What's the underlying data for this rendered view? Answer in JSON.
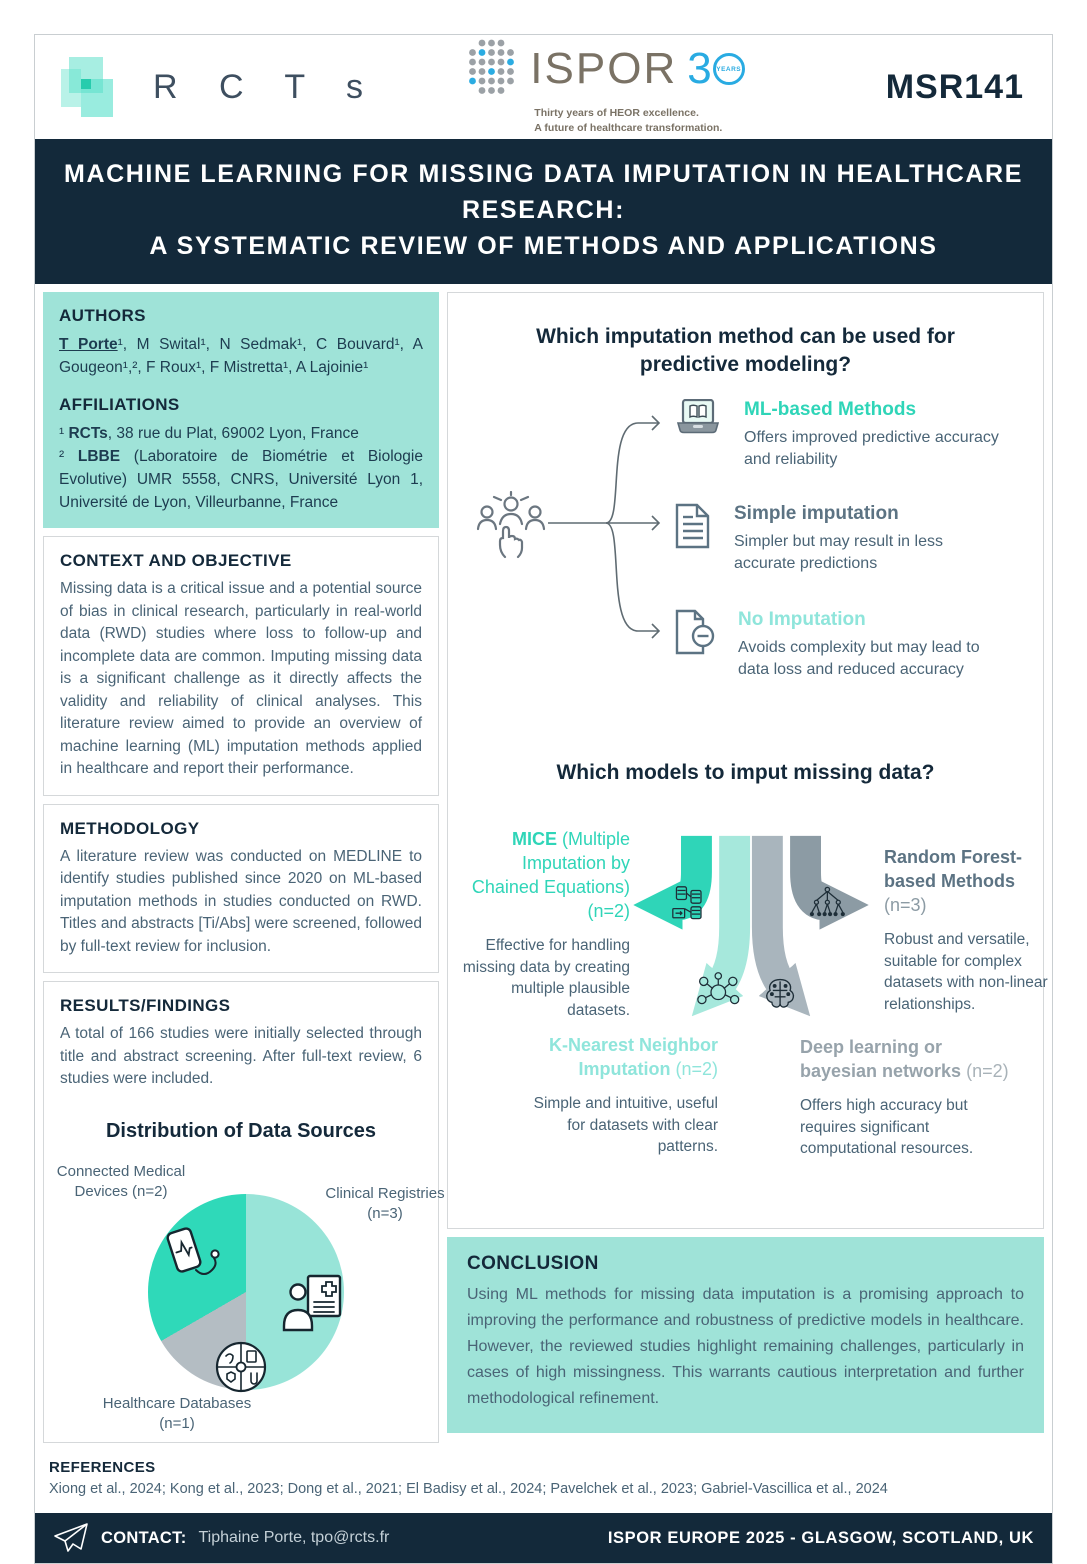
{
  "colors": {
    "navy": "#13293A",
    "teal_accent": "#2FD5B8",
    "teal_light_bg": "#9FE3D8",
    "teal_light_heading": "#8FE5DB",
    "slate_heading": "#5C7383",
    "body_text": "#4A6476",
    "gray_slice": "#B4BDC3",
    "dark_gray_arrow": "#8C9BA4",
    "light_gray_arrow": "#A9B5BD",
    "ispor_blue": "#29ABE2"
  },
  "header": {
    "rcts_logo_text": "R C T s",
    "ispor_wordmark": "ISPOR",
    "ispor_30": "3",
    "ispor_years": "YEARS",
    "ispor_tagline_line1": "Thirty years of HEOR excellence.",
    "ispor_tagline_line2": "A future of healthcare transformation.",
    "poster_code": "MSR141"
  },
  "title": {
    "line1": "MACHINE LEARNING FOR MISSING DATA IMPUTATION IN HEALTHCARE RESEARCH:",
    "line2": "A SYSTEMATIC REVIEW OF METHODS AND APPLICATIONS"
  },
  "authors": {
    "heading": "AUTHORS",
    "lead_author": "T Porte",
    "rest": "¹, M Swital¹, N Sedmak¹, C Bouvard¹, A Gougeon¹,², F Roux¹, F Mistretta¹, A Lajoinie¹"
  },
  "affiliations": {
    "heading": "AFFILIATIONS",
    "items": [
      {
        "prefix": "¹ ",
        "name": "RCTs",
        "rest": ", 38 rue du Plat, 69002 Lyon, France"
      },
      {
        "prefix": "² ",
        "name": "LBBE",
        "rest": " (Laboratoire de Biométrie et Biologie Evolutive) UMR 5558, CNRS, Université Lyon 1, Université de Lyon, Villeurbanne, France"
      }
    ]
  },
  "context": {
    "heading": "CONTEXT AND OBJECTIVE",
    "body": "Missing data is a critical issue and a potential source of bias in clinical research, particularly in real-world data (RWD) studies where loss to follow-up and incomplete data are common. Imputing missing data is a significant challenge as it directly affects the validity and reliability of clinical analyses. This literature review aimed to provide an overview of machine learning (ML) imputation methods applied in healthcare and report their performance."
  },
  "methodology": {
    "heading": "METHODOLOGY",
    "body": "A literature review was conducted on MEDLINE to identify studies published since 2020 on ML-based imputation methods in studies conducted on RWD. Titles and abstracts [Ti/Abs] were screened, followed by full-text review for inclusion."
  },
  "results": {
    "heading": "RESULTS/FINDINGS",
    "body": "A total of 166 studies were initially selected through title and abstract screening. After full-text review, 6 studies were included."
  },
  "chart_data": {
    "type": "pie",
    "title": "Distribution of Data Sources",
    "total_studies": 6,
    "slices": [
      {
        "label": "Clinical Registries",
        "n": 3,
        "color": "#98E4D8"
      },
      {
        "label": "Healthcare Databases",
        "n": 1,
        "color": "#B4BDC3"
      },
      {
        "label": "Connected Medical Devices",
        "n": 2,
        "color": "#2FD9B9"
      }
    ]
  },
  "pie_labels": {
    "connected_line1": "Connected Medical",
    "connected_line2": "Devices (n=2)",
    "clinical_line1": "Clinical Registries",
    "clinical_line2": "(n=3)",
    "healthcare_line1": "Healthcare Databases",
    "healthcare_line2": "(n=1)"
  },
  "question1": {
    "heading": "Which imputation method can be used for predictive modeling?",
    "branches": [
      {
        "title": "ML-based Methods",
        "desc": "Offers improved predictive accuracy and reliability"
      },
      {
        "title": "Simple imputation",
        "desc": "Simpler but may result in less accurate predictions"
      },
      {
        "title": "No Imputation",
        "desc": "Avoids complexity but may lead to data loss and reduced accuracy"
      }
    ]
  },
  "question2": {
    "heading": "Which models to imput missing data?",
    "models": [
      {
        "name": "MICE",
        "name_rest": " (Multiple Imputation by Chained Equations)",
        "n": " (n=2)",
        "desc": "Effective for handling missing data by creating multiple plausible datasets."
      },
      {
        "name": "Random Forest-based Methods",
        "n": " (n=3)",
        "desc": "Robust and versatile, suitable for complex datasets with non-linear relationships."
      },
      {
        "name": "K-Nearest Neighbor Imputation",
        "n": " (n=2)",
        "desc": "Simple and intuitive, useful for datasets with clear patterns."
      },
      {
        "name": "Deep learning or bayesian networks",
        "n": " (n=2)",
        "desc": "Offers high accuracy but requires significant computational resources."
      }
    ]
  },
  "conclusion": {
    "heading": "CONCLUSION",
    "body": "Using ML methods for missing data imputation is a promising approach to improving the performance and robustness of predictive models in healthcare. However, the reviewed studies highlight remaining challenges, particularly in cases of high missingness. This warrants cautious interpretation and further methodological refinement."
  },
  "references": {
    "heading": "REFERENCES",
    "body": "Xiong et al., 2024; Kong et al., 2023; Dong et al., 2021; El Badisy et al., 2024; Pavelchek et al., 2023; Gabriel-Vascillica et al., 2024"
  },
  "footer": {
    "contact_label": "CONTACT:",
    "contact_value": "Tiphaine Porte, tpo@rcts.fr",
    "event": "ISPOR EUROPE 2025 - GLASGOW, SCOTLAND, UK"
  }
}
